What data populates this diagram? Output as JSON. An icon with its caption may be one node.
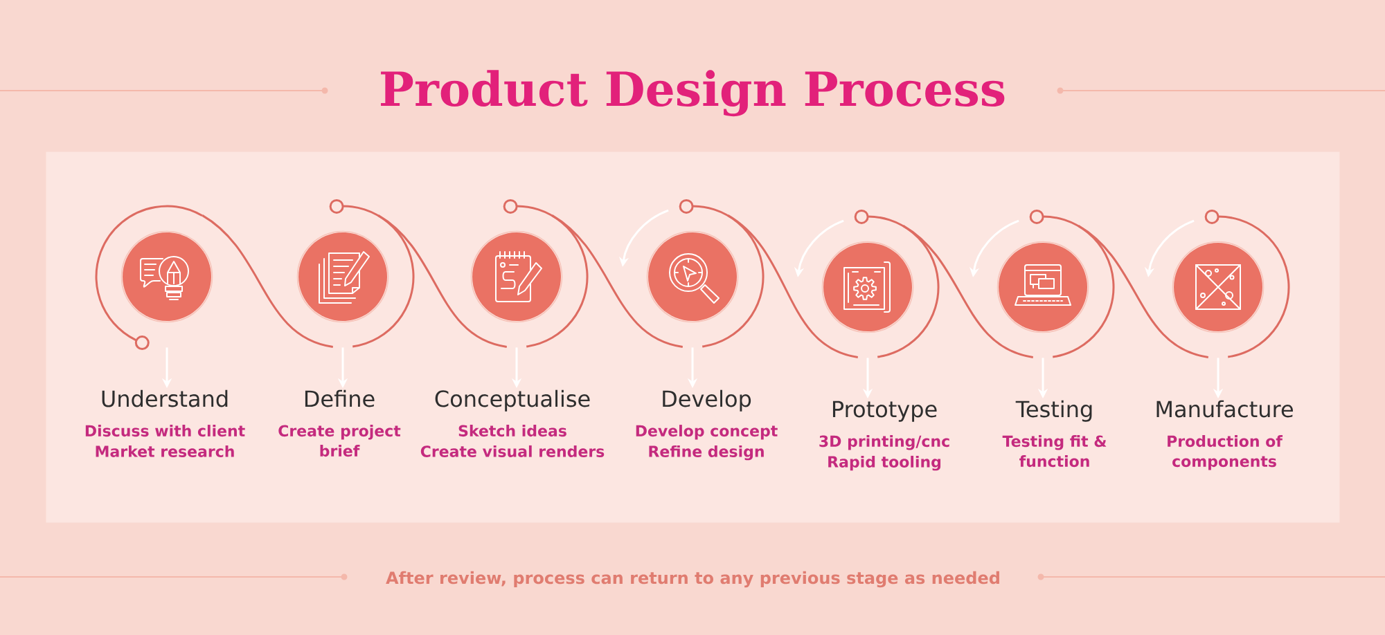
{
  "diagram": {
    "title": "Product Design Process",
    "nodes": [
      {
        "text": [],
        "shape": "box"
      },
      {
        "text": [],
        "shape": "circle",
        "in": 0
      },
      {
        "text": [
          "Understand",
          "Discuss with client",
          "Market research"
        ],
        "in": 0
      },
      {
        "text": [],
        "shape": "circle",
        "in": 0
      },
      {
        "text": [
          "Define",
          "Create project brief"
        ],
        "in": 0
      },
      {
        "text": [],
        "shape": "circle",
        "in": 0
      },
      {
        "text": [
          "Conceptualise",
          "Sketch ideas",
          "Create visual renders"
        ],
        "in": 0
      },
      {
        "text": [],
        "shape": "circle",
        "in": 0
      },
      {
        "text": [
          "Develop",
          "Develop concept",
          "Refine design"
        ],
        "in": 0
      },
      {
        "text": [],
        "shape": "circle",
        "in": 0
      },
      {
        "text": [
          "Prototype",
          "3D printing/cnc",
          "Rapid tooling"
        ],
        "in": 0
      },
      {
        "text": [],
        "shape": "circle",
        "in": 0
      },
      {
        "text": [
          "Testing",
          "Testing fit & function"
        ],
        "in": 0
      },
      {
        "text": [],
        "shape": "circle",
        "in": 0
      },
      {
        "text": [
          "Manufacture",
          "Production of components"
        ],
        "in": 0
      }
    ],
    "edges": [
      {
        "from": 1,
        "to": 2,
        "arrow": "to"
      },
      {
        "from": 3,
        "to": 4,
        "arrow": "to"
      },
      {
        "from": 5,
        "to": 6,
        "arrow": "to"
      },
      {
        "from": 7,
        "to": 8,
        "arrow": "to"
      },
      {
        "from": 9,
        "to": 10,
        "arrow": "to"
      },
      {
        "from": 11,
        "to": 12,
        "arrow": "to"
      },
      {
        "from": 13,
        "to": 14,
        "arrow": "to"
      },
      {
        "from": 1,
        "to": 3,
        "arrow": "none",
        "color": "#dd6b61"
      },
      {
        "from": 3,
        "to": 5,
        "arrow": "none",
        "color": "#dd6b61"
      },
      {
        "from": 5,
        "to": 7,
        "arrow": "none",
        "color": "#dd6b61"
      },
      {
        "from": 7,
        "to": 9,
        "arrow": "none",
        "color": "#dd6b61"
      },
      {
        "from": 9,
        "to": 11,
        "arrow": "none",
        "color": "#dd6b61"
      },
      {
        "from": 11,
        "to": 13,
        "arrow": "none",
        "color": "#dd6b61"
      }
    ],
    "labels": [
      "After review, process can return to any previous stage as needed"
    ]
  }
}
